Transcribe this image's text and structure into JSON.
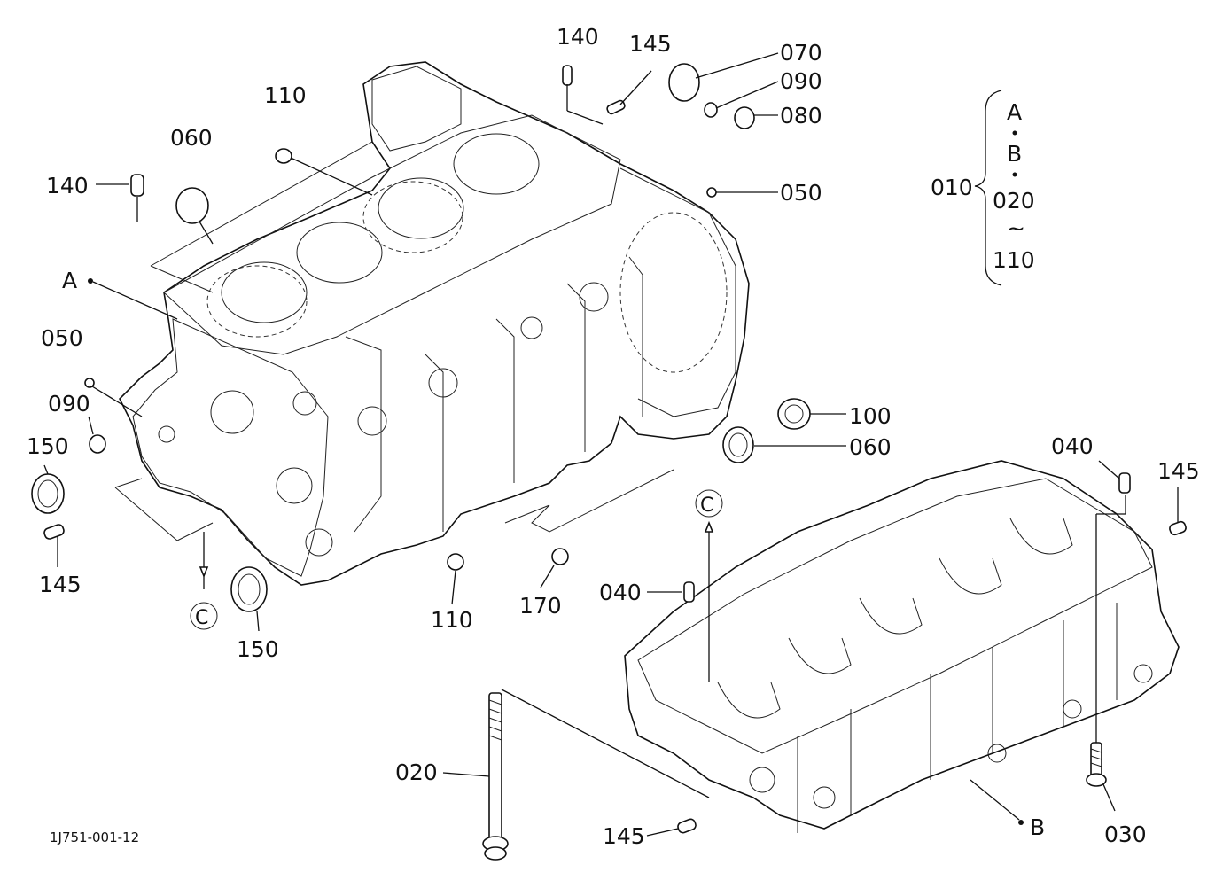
{
  "labels": {
    "p140_top": "140",
    "p145_top": "145",
    "p070": "070",
    "p090_top": "090",
    "p080": "080",
    "p050_right": "050",
    "p110_top": "110",
    "p060_top": "060",
    "p140_left": "140",
    "ref_a_left": "A",
    "p050_left": "050",
    "p090_left": "090",
    "p150_left": "150",
    "p145_left": "145",
    "ref_c_left": "C",
    "p150_bottom": "150",
    "p110_bottom": "110",
    "p170": "170",
    "p100": "100",
    "p060_right": "060",
    "p040_right": "040",
    "p145_right": "145",
    "ref_c_right": "C",
    "p040_left": "040",
    "p020": "020",
    "p145_bottom": "145",
    "ref_b": "B",
    "p030": "030"
  },
  "legend": {
    "assembly": "010",
    "item_a": "A",
    "item_b": "B",
    "item_020": "020",
    "tilde": "~",
    "item_110": "110"
  },
  "figure_id": "1J751-001-12"
}
